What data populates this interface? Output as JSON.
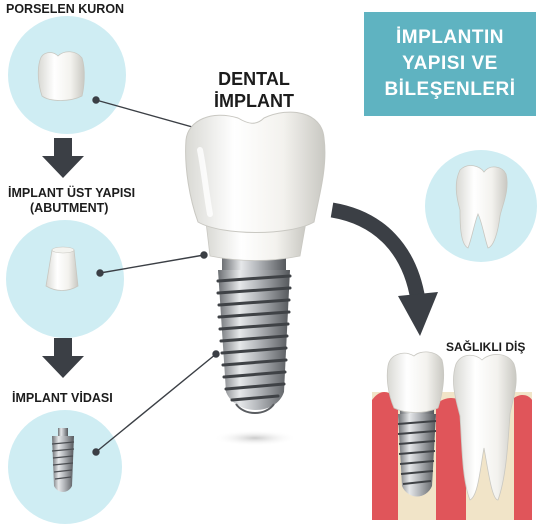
{
  "labels": {
    "crown": "PORSELEN KURON",
    "abutment_line1": "İMPLANT ÜST YAPISI",
    "abutment_line2": "(ABUTMENT)",
    "screw": "İMPLANT VİDASI",
    "dental_line1": "DENTAL",
    "dental_line2": "İMPLANT",
    "healthy": "SAĞLIKLI DİŞ"
  },
  "title": {
    "line1": "İMPLANTIN",
    "line2": "YAPISI VE",
    "line3": "BİLEŞENLERİ"
  },
  "colors": {
    "title_box": "#5fb3c1",
    "circle": "#cfedf3",
    "arrow": "#3b3f45",
    "gum": "#e0555a",
    "bone": "#f1e4c8"
  }
}
